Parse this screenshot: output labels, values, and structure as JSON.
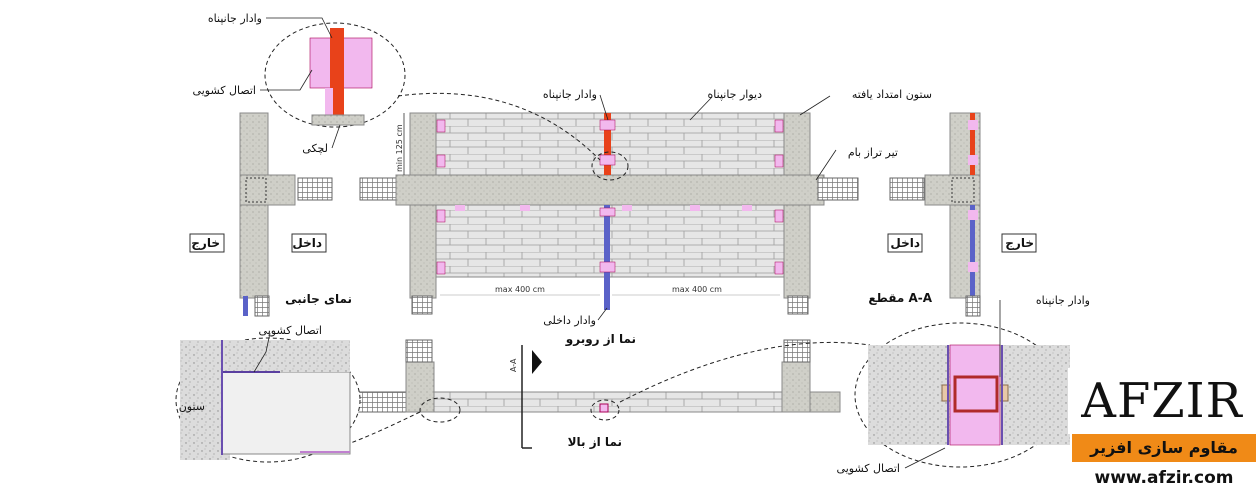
{
  "labels": {
    "parapet_post_top": "وادار جانپناه",
    "slip_joint_top": "اتصال کشویی",
    "shim": "لچکی",
    "parapet_post_mid": "وادار جانپناه",
    "parapet_wall": "دیوار جانپناه",
    "extended_column": "ستون امتداد یافته",
    "roof_beam": "تیر تراز بام",
    "min_height": "min 125 cm",
    "outside_left": "خارج",
    "inside_left": "داخل",
    "side_view": "نمای جانبی",
    "max_span_left": "max 400 cm",
    "max_span_right": "max 400 cm",
    "inner_post": "وادار داخلی",
    "front_view": "نما از روبرو",
    "inside_right": "داخل",
    "outside_right": "خارج",
    "section": "مقطع A-A",
    "parapet_post_right": "وادار جانپناه",
    "slip_joint_bottom_left": "اتصال کشویی",
    "column": "ستون",
    "section_mark": "A-A",
    "top_view": "نما از بالا",
    "slip_joint_bottom_right": "اتصال کشویی"
  },
  "logo": {
    "brand": "AFZIR",
    "tagline": "مقاوم سازی افزیر",
    "url": "www.afzir.com"
  },
  "colors": {
    "concrete": "#d2d2cc",
    "block": "#e4e4e4",
    "post_red": "#e8421a",
    "post_blue": "#5a62c8",
    "plate_pink": "#f2b8ee",
    "accent_orange": "#f08a17"
  }
}
